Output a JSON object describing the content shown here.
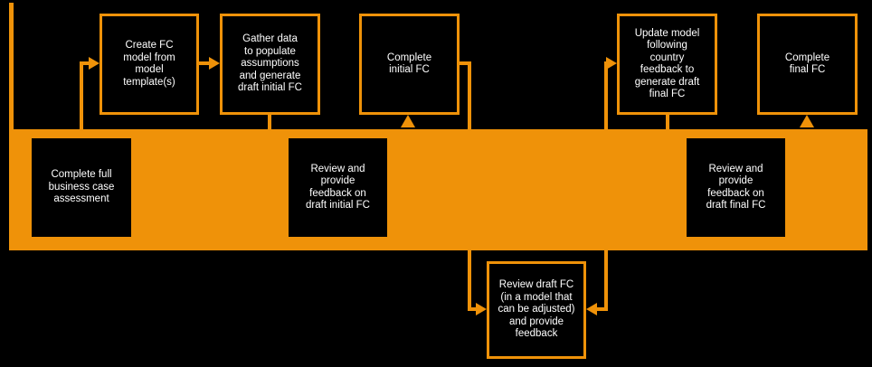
{
  "colors": {
    "background": "#000000",
    "accent_orange": "#EF9209",
    "node_fill": "#000000",
    "text": "#FFFFFF"
  },
  "diagram": {
    "top_lane": {
      "steps": [
        "Create FC\nmodel from\nmodel\ntemplate(s)",
        "Gather data\nto populate\nassumptions\nand generate\ndraft initial FC",
        "Complete\ninitial FC",
        "Update model\nfollowing\ncountry\nfeedback to\ngenerate draft\nfinal FC",
        "Complete\nfinal FC"
      ]
    },
    "middle_lane": {
      "steps": [
        "Complete full\nbusiness case\nassessment",
        "Review and\nprovide\nfeedback on\ndraft initial FC",
        "Review and\nprovide\nfeedback on\ndraft final FC"
      ]
    },
    "bottom_lane": {
      "steps": [
        "Review draft FC\n(in a model that\ncan be adjusted)\nand provide\nfeedback"
      ]
    }
  }
}
